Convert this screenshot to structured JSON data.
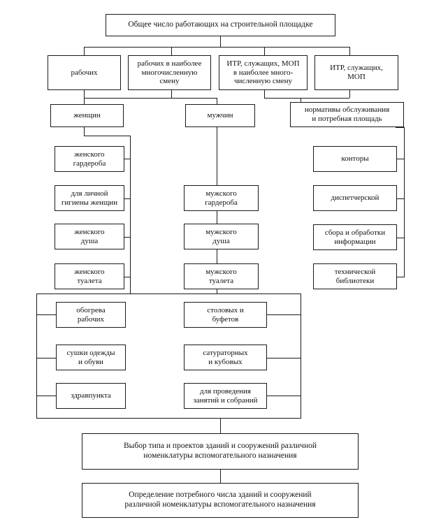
{
  "diagram": {
    "title": "Общее число работающих на строительной площадке",
    "language": "ru",
    "type": "hierarchical-flowchart",
    "nodes": {
      "root": "Общее число работающих на строительной площадке",
      "level2": [
        "рабочих",
        "рабочих в наиболее\nмногочисленную\nсмену",
        "ИТР, служащих, МОП\nв наиболее много-\nчисленную смену",
        "ИТР, служащих,\nМОП"
      ],
      "level3": [
        "женщин",
        "мужчин",
        "нормативы обслуживания\nи потребная площадь"
      ],
      "women_branch": [
        "женского\nгардероба",
        "для личной\nгигиены женщин",
        "женского\nдуша",
        "женского\nтуалета"
      ],
      "men_branch": [
        "мужского\nгардероба",
        "мужского\nдуша",
        "мужского\nтуалета"
      ],
      "norms_branch": [
        "конторы",
        "диспетчерской",
        "сбора и обработки\nинформации",
        "технической\nбиблиотеки"
      ],
      "common_left": [
        "обогрева\nрабочих",
        "сушки одежды\nи обуви",
        "здравпункта"
      ],
      "common_right": [
        "столовых и\nбуфетов",
        "сатураторных\nи кубовых",
        "для проведения\nзанятий и собраний"
      ],
      "footer": [
        "Выбор типа и проектов зданий и сооружений различной\nноменклатуры вспомогательного назначения",
        "Определение потребного числа зданий и сооружений\nразличной номенклатуры вспомогательного назначения"
      ]
    },
    "colors": {
      "stroke": "#1a1a1a",
      "fill": "#ffffff",
      "text": "#111111"
    }
  }
}
